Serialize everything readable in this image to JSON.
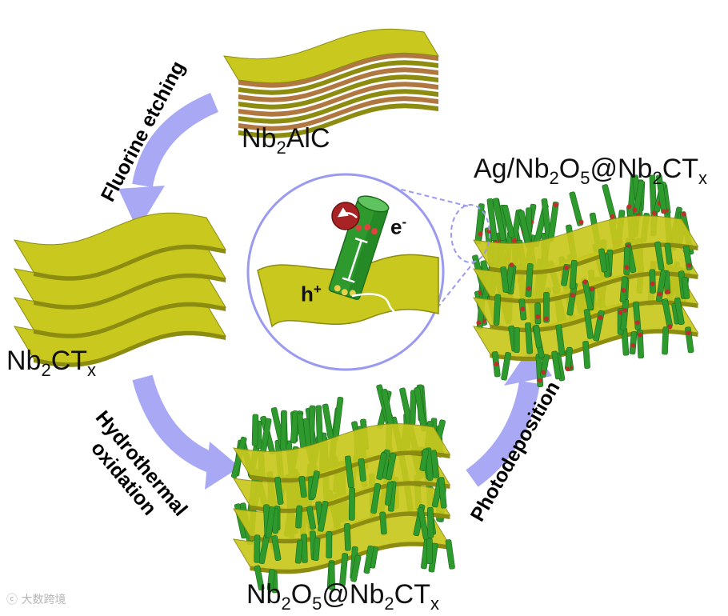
{
  "labels": {
    "precursor": {
      "base": "Nb",
      "sub1": "2",
      "tail": "AlC"
    },
    "mxene": {
      "base": "Nb",
      "sub1": "2",
      "mid": "CT",
      "sub2": "x"
    },
    "oxide": {
      "p1": "Nb",
      "s1": "2",
      "p2": "O",
      "s2": "5",
      "p3": "@Nb",
      "s3": "2",
      "p4": "CT",
      "s4": "x"
    },
    "final": {
      "p1": "Ag/Nb",
      "s1": "2",
      "p2": "O",
      "s2": "5",
      "p3": "@Nb",
      "s3": "2",
      "p4": "CT",
      "s4": "x"
    },
    "hole": {
      "base": "h",
      "sup": "+"
    },
    "electron": {
      "base": "e",
      "sup": "-"
    }
  },
  "steps": {
    "etching": "Fluorine etching",
    "hydro1": "Hydrothermal",
    "hydro2": "oxidation",
    "photo": "Photodeposition"
  },
  "watermark": "大数跨境",
  "colors": {
    "sheet": "#c8c81e",
    "sheet_dark": "#8c8c10",
    "sheet_light": "#e6e65a",
    "layer_brown": "#b07840",
    "rod": "#2e9a2e",
    "rod_dark": "#1a6a1a",
    "ag": "#c0302a",
    "arrow": "#a8a8f4",
    "circle": "#9a9af0"
  }
}
